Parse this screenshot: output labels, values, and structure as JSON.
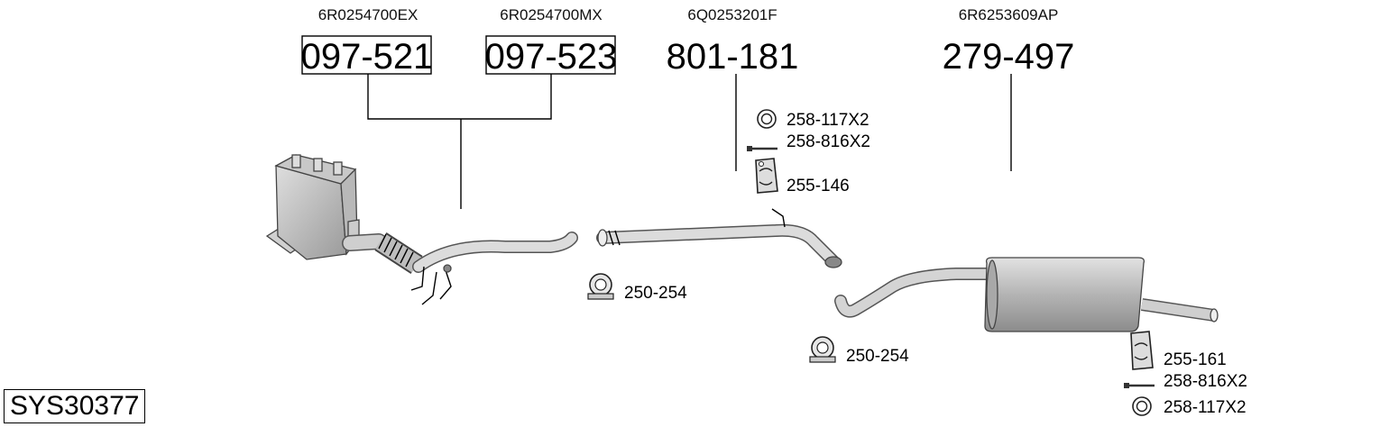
{
  "system_code": "SYS30377",
  "parts": [
    {
      "oem": "6R0254700EX",
      "number": "097-521"
    },
    {
      "oem": "6R0254700MX",
      "number": "097-523"
    },
    {
      "oem": "6Q0253201F",
      "number": "801-181"
    },
    {
      "oem": "6R6253609AP",
      "number": "279-497"
    }
  ],
  "accessories": [
    {
      "number": "258-117X2",
      "icon": "ring-gasket-icon"
    },
    {
      "number": "258-816X2",
      "icon": "bolt-icon"
    },
    {
      "number": "255-146",
      "icon": "rubber-hanger-icon"
    },
    {
      "number": "250-254",
      "icon": "pipe-clamp-icon"
    },
    {
      "number": "250-254",
      "icon": "pipe-clamp-icon"
    },
    {
      "number": "255-161",
      "icon": "rubber-hanger-icon"
    },
    {
      "number": "258-816X2",
      "icon": "bolt-icon"
    },
    {
      "number": "258-117X2",
      "icon": "ring-gasket-icon"
    }
  ]
}
